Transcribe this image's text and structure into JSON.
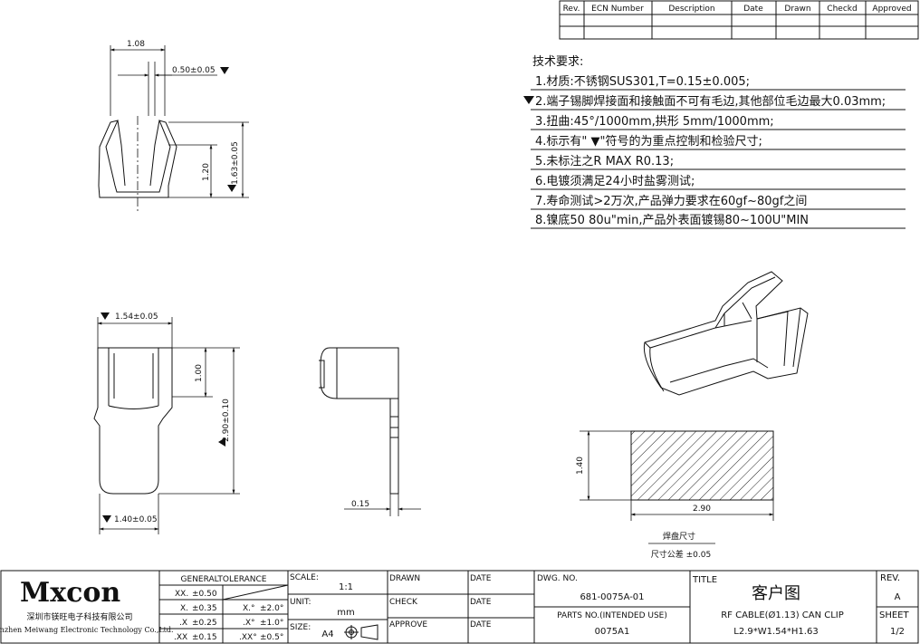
{
  "revision_table": {
    "headers": [
      "Rev.",
      "ECN Number",
      "Description",
      "Date",
      "Drawn",
      "Checkd",
      "Approved"
    ]
  },
  "notes": {
    "title": "技术要求:",
    "items": [
      "1.材质:不锈钢SUS301,T=0.15±0.005;",
      "2.端子锡脚焊接面和接触面不可有毛边,其他部位毛边最大0.03mm;",
      "3.扭曲:45°/1000mm,拱形 5mm/1000mm;",
      "4.标示有\" ▼\"符号的为重点控制和检验尺寸;",
      "5.未标注之R MAX R0.13;",
      "6.电镀须满足24小时盐雾测试;",
      "7.寿命测试>2万次,产品弹力要求在60gf~80gf之间",
      "8.镍底50  80u\"min,产品外表面镀锡80~100U\"MIN"
    ]
  },
  "dimensions": {
    "top_view_width": "1.08",
    "top_view_thickness": "0.50±0.05",
    "top_view_inner_height": "1.20",
    "top_view_height": "1.63±0.05",
    "front_width": "1.54±0.05",
    "front_upper_height": "1.00",
    "front_total_height": "2.90±0.10",
    "front_bottom_width": "1.40±0.05",
    "side_thickness": "0.15",
    "pad_height": "1.40",
    "pad_width": "2.90",
    "pad_label": "焊盘尺寸",
    "pad_tolerance": "尺寸公差 ±0.05"
  },
  "title_block": {
    "logo": "Mxcon",
    "company_cn": "深圳市镁旺电子科技有限公司",
    "company_en": "Shenzhen Meiwang Electronic Technology Co.,Ltd.",
    "general_tolerance": "GENERALTOLERANCE",
    "tol_rows": [
      {
        "k": "XX.",
        "v": "±0.50",
        "ak": "",
        "av": ""
      },
      {
        "k": "X.",
        "v": "±0.35",
        "ak": "X.°",
        "av": "±2.0°"
      },
      {
        "k": ".X",
        "v": "±0.25",
        "ak": ".X°",
        "av": "±1.0°"
      },
      {
        "k": ".XX",
        "v": "±0.15",
        "ak": ".XX°",
        "av": "±0.5°"
      }
    ],
    "scale_label": "SCALE:",
    "scale_value": "1:1",
    "unit_label": "UNIT:",
    "unit_value": "mm",
    "size_label": "SIZE:",
    "size_value": "A4",
    "drawn_label": "DRAWN",
    "check_label": "CHECK",
    "approve_label": "APPROVE",
    "date_label": "DATE",
    "dwg_label": "DWG. NO.",
    "dwg_value": "681-0075A-01",
    "parts_label": "PARTS NO.(INTENDED USE)",
    "parts_value": "0075A1",
    "title_label": "TITLE",
    "customer": "客户图",
    "title_line1": "RF CABLE(Ø1.13) CAN CLIP",
    "title_line2": "L2.9*W1.54*H1.63",
    "rev_label": "REV.",
    "rev_value": "A",
    "sheet_label": "SHEET",
    "sheet_value": "1/2"
  }
}
